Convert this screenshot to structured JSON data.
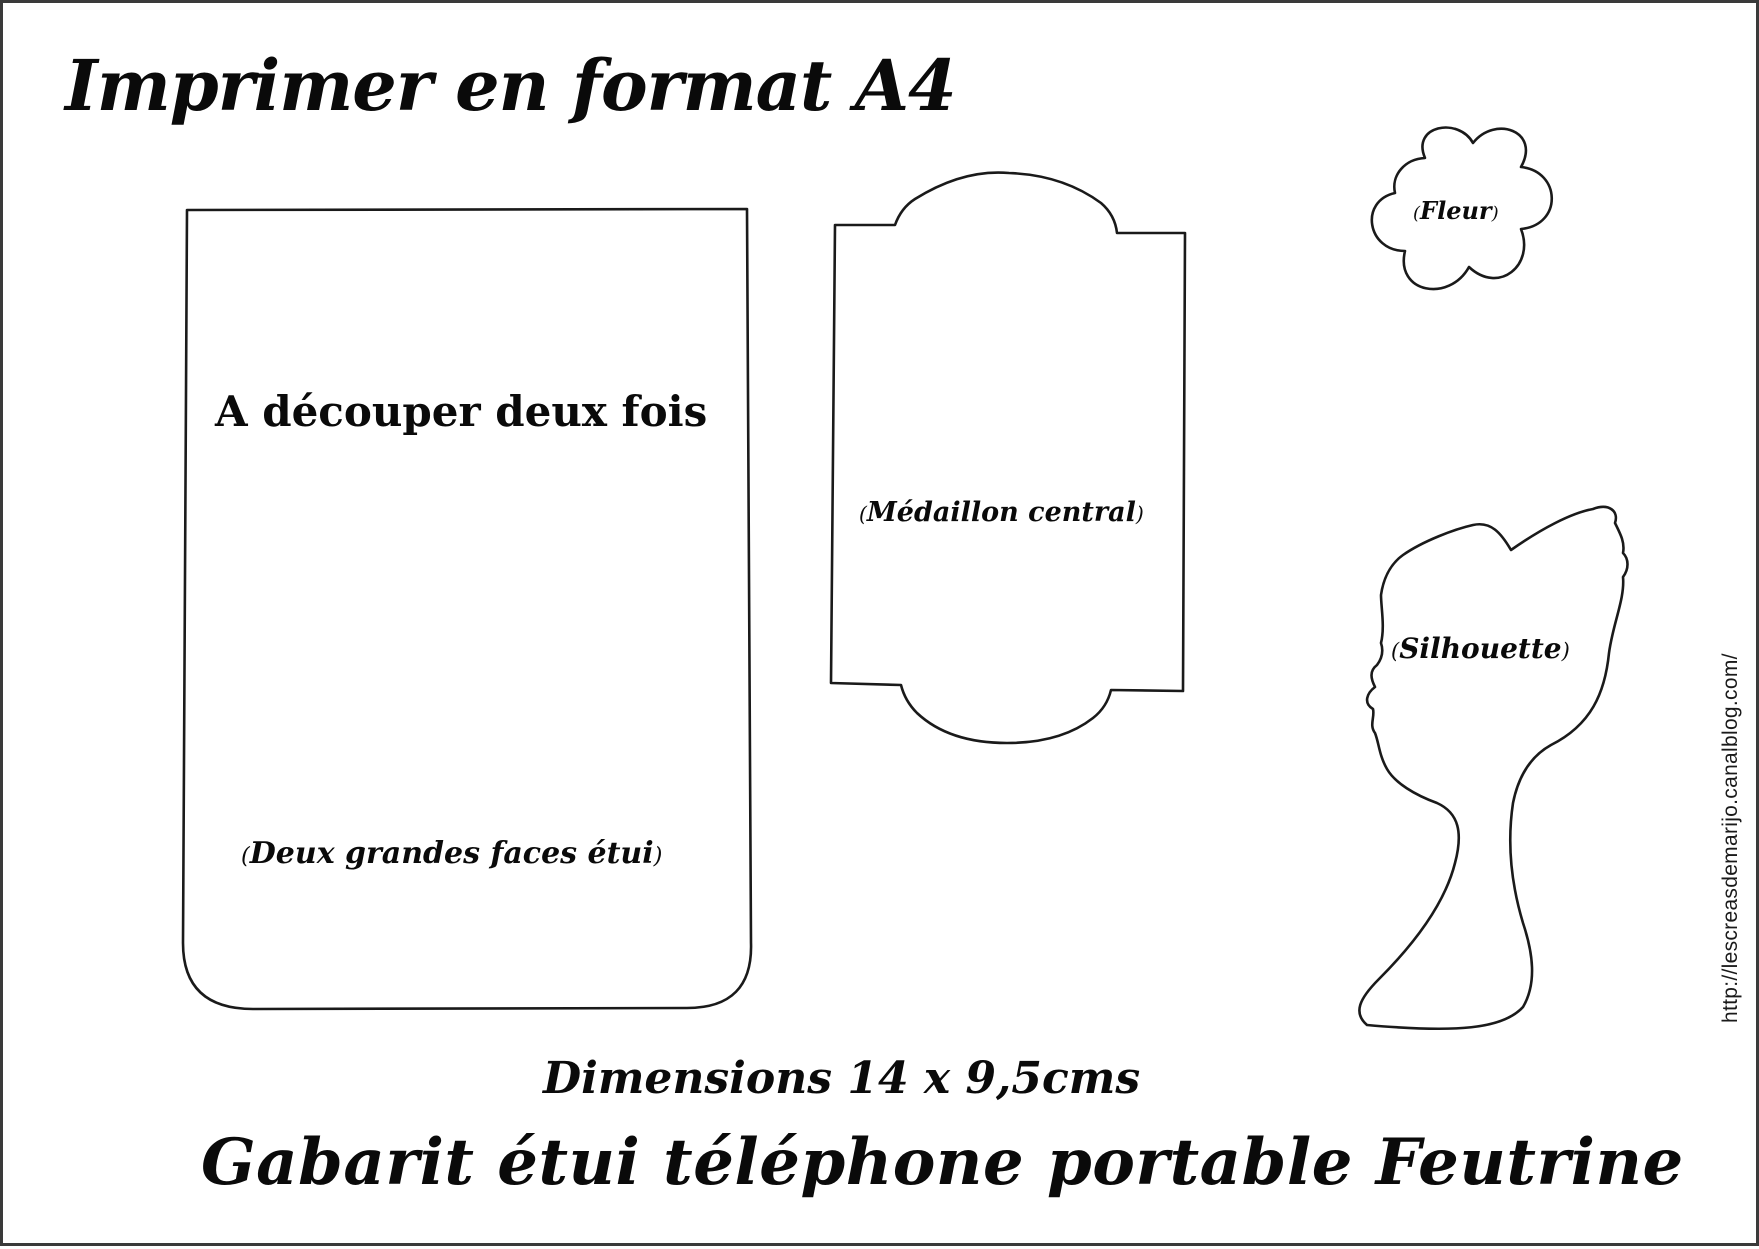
{
  "header": {
    "title": "Imprimer en format A4"
  },
  "pieces": {
    "case_faces": {
      "instruction": "A découper deux fois",
      "label": "Deux grandes faces étui"
    },
    "medallion": {
      "label": "Médaillon central"
    },
    "flower": {
      "label": "Fleur"
    },
    "silhouette": {
      "label": "Silhouette"
    }
  },
  "footer": {
    "dimensions": "Dimensions 14 x 9,5cms",
    "title": "Gabarit étui téléphone portable Feutrine"
  },
  "watermark": {
    "url": "http://lescreasdemarijo.canalblog.com/"
  },
  "colors": {
    "ink": "#1a1a1a",
    "paper": "#ffffff",
    "frame": "#3a3a3a"
  }
}
